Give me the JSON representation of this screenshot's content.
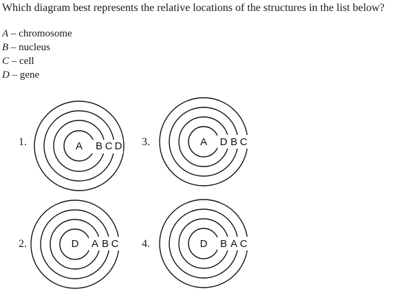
{
  "question": "Which diagram best represents the relative locations of the structures in the list below?",
  "list": [
    {
      "letter": "A",
      "sep": " – ",
      "text": "chromosome"
    },
    {
      "letter": "B",
      "sep": " – ",
      "text": "nucleus"
    },
    {
      "letter": "C",
      "sep": " – ",
      "text": "cell"
    },
    {
      "letter": "D",
      "sep": " – ",
      "text": "gene"
    }
  ],
  "options": [
    {
      "number": "1.",
      "labels": [
        "A",
        "B",
        "C",
        "D"
      ]
    },
    {
      "number": "2.",
      "labels": [
        "D",
        "A",
        "B",
        "C"
      ]
    },
    {
      "number": "3.",
      "labels": [
        "A",
        "D",
        "B",
        "C"
      ]
    },
    {
      "number": "4.",
      "labels": [
        "D",
        "B",
        "A",
        "C"
      ]
    }
  ]
}
